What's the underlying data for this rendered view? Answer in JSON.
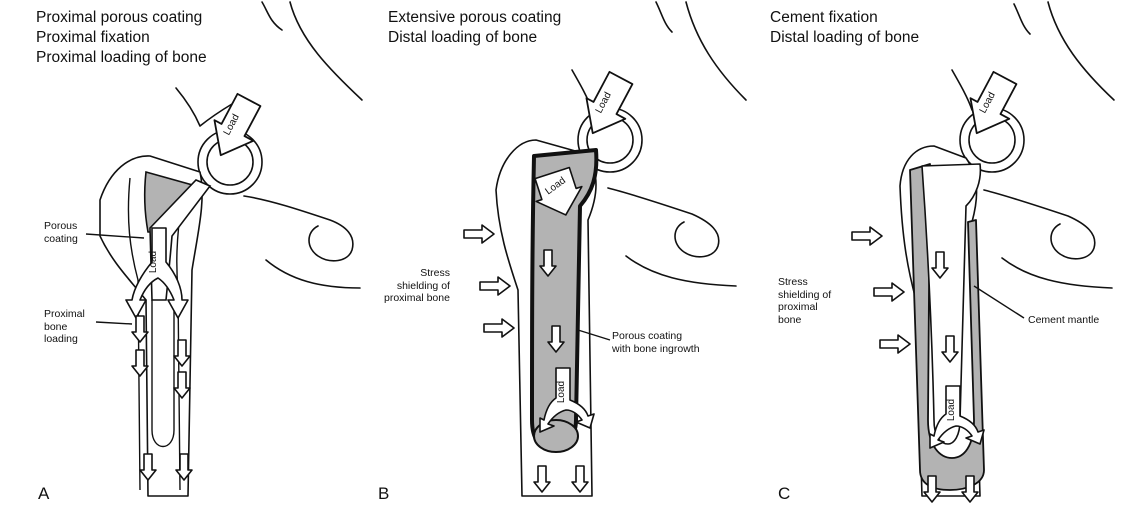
{
  "panels": [
    {
      "letter": "A",
      "heading": [
        "Proximal porous coating",
        "Proximal fixation",
        "Proximal loading of bone"
      ],
      "labels": {
        "porous_coating": "Porous\ncoating",
        "bone_loading": "Proximal\nbone\nloading"
      }
    },
    {
      "letter": "B",
      "heading": [
        "Extensive porous coating",
        "Distal loading of bone"
      ],
      "labels": {
        "stress_shielding": "Stress\nshielding of\nproximal bone",
        "porous_ingrowth": "Porous coating\nwith bone ingrowth"
      }
    },
    {
      "letter": "C",
      "heading": [
        "Cement fixation",
        "Distal loading of bone"
      ],
      "labels": {
        "stress_shielding": "Stress\nshielding of\nproximal\nbone",
        "cement_mantle": "Cement mantle"
      }
    }
  ],
  "load_word": "Load",
  "colors": {
    "line": "#111111",
    "implant_fill": "#b3b3b3",
    "background": "#ffffff"
  }
}
